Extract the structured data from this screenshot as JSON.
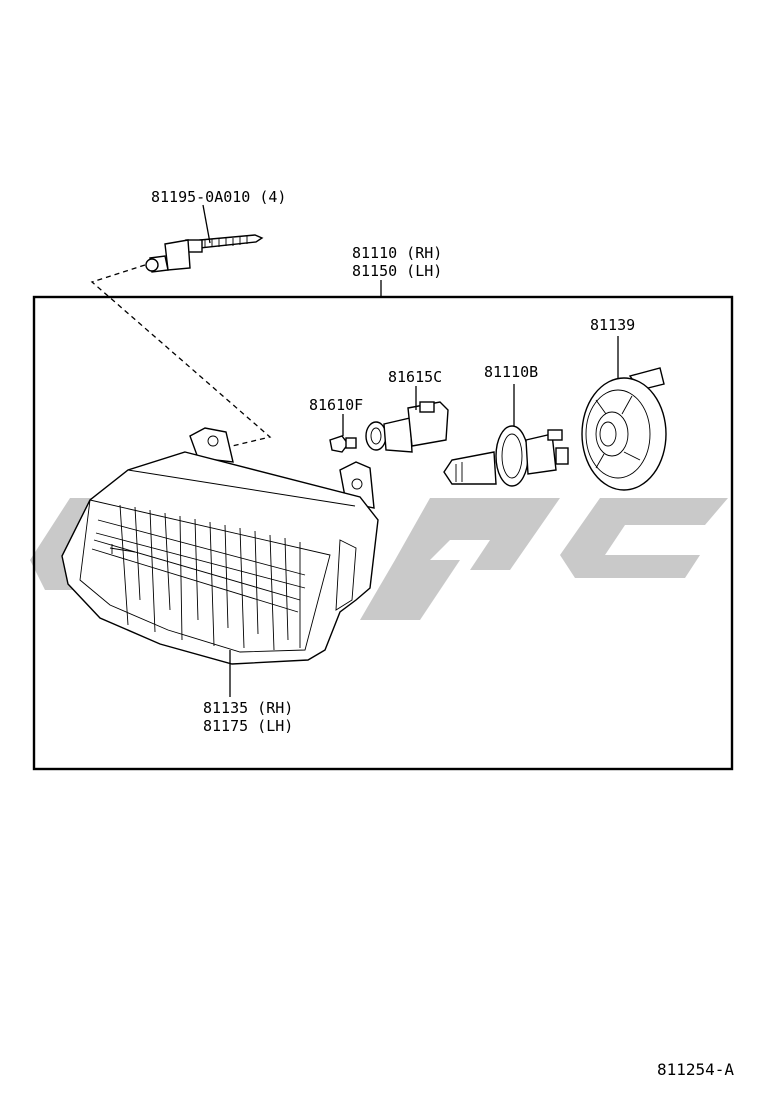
{
  "labels": {
    "screw": "81195-0A010 (4)",
    "unit_rh": "81110 (RH)",
    "unit_lh": "81150 (LH)",
    "cover": "81139",
    "socket": "81615C",
    "bulb": "81110B",
    "wedge_bulb": "81610F",
    "lens_rh": "81135 (RH)",
    "lens_lh": "81175 (LH)"
  },
  "figure_code": "811254-A",
  "watermark_color": "#c9c9c9"
}
